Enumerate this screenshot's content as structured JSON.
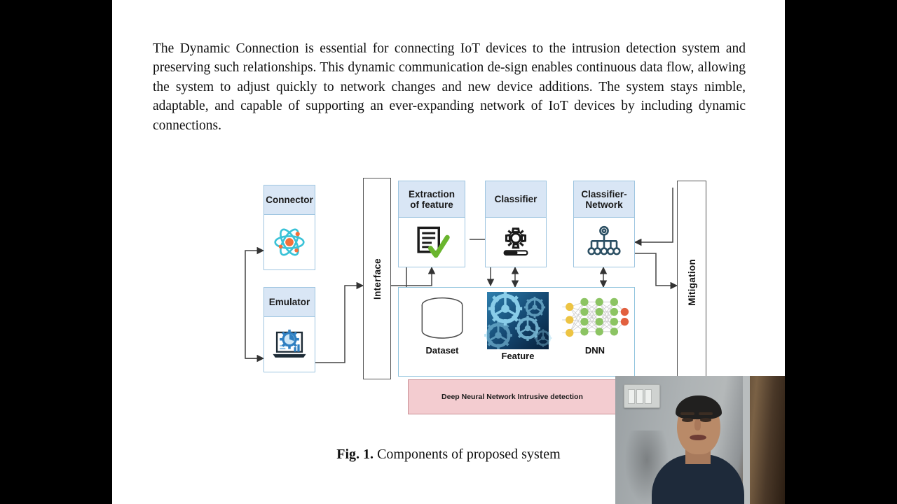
{
  "slide": {
    "paragraph": "The Dynamic Connection is essential for connecting IoT devices to the intrusion detection system and preserving such relationships. This dynamic communication de-sign enables continuous data flow, allowing the system to adjust quickly to network changes and new device additions. The system stays nimble, adaptable, and capable of supporting an ever-expanding network of IoT devices by including dynamic connections.",
    "caption_label": "Fig. 1.",
    "caption_text": "Components of proposed system"
  },
  "figure": {
    "cards": [
      {
        "id": "connector",
        "title": "Connector",
        "icon": "atom-icon"
      },
      {
        "id": "emulator",
        "title": "Emulator",
        "icon": "laptop-analytics-icon"
      },
      {
        "id": "extraction",
        "title": "Extraction\nof feature",
        "icon": "document-check-icon"
      },
      {
        "id": "classifier",
        "title": "Classifier",
        "icon": "gear-slider-icon"
      },
      {
        "id": "classifier-network",
        "title": "Classifier-\nNetwork",
        "icon": "network-hierarchy-icon"
      }
    ],
    "vboxes": [
      {
        "id": "interface",
        "label": "Interface"
      },
      {
        "id": "mitigation",
        "label": "Mitigation"
      }
    ],
    "inner_items": [
      {
        "id": "dataset",
        "label": "Dataset",
        "icon": "database-cylinder-icon"
      },
      {
        "id": "feature",
        "label": "Feature",
        "icon": "blue-gears-image"
      },
      {
        "id": "dnn",
        "label": "DNN",
        "icon": "neural-network-icon"
      }
    ],
    "banner_label": "Deep Neural Network Intrusive detection",
    "colors": {
      "card_header": "#d9e6f5",
      "card_border": "#9ec5e0",
      "container_border": "#8fc3dd",
      "banner_fill": "#f3ccd0",
      "banner_border": "#c98f95",
      "arrow": "#444444"
    }
  },
  "webcam": {
    "label": "presenter-webcam"
  }
}
